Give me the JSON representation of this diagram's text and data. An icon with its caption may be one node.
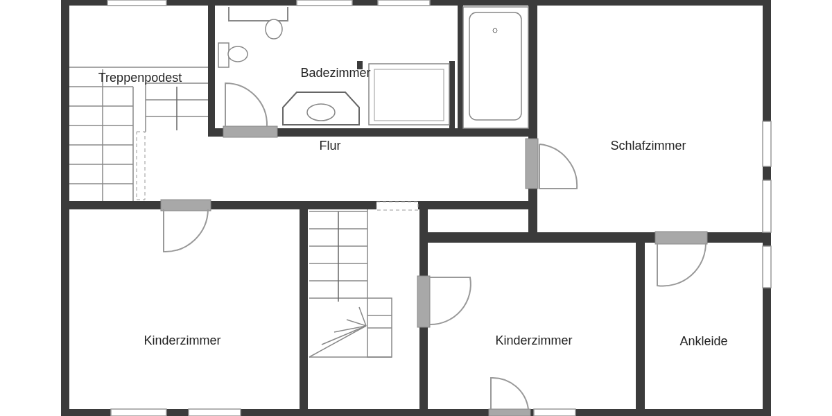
{
  "diagram": {
    "labels": [
      "Treppenpodest",
      "Badezimmer",
      "Flur",
      "Schlafzimmer",
      "Kinderzimmer",
      "Kinderzimmer",
      "Ankleide"
    ]
  }
}
